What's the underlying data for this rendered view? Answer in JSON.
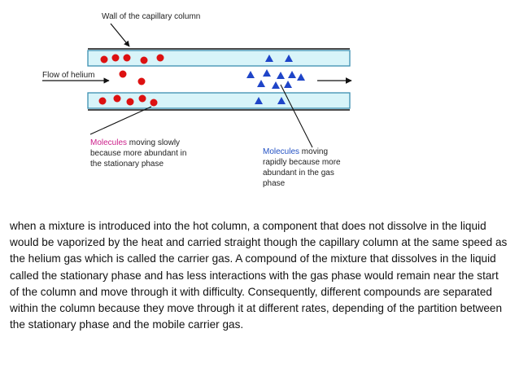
{
  "diagram": {
    "wall_label": "Wall of the capillary column",
    "flow_label": "Flow of helium",
    "slow_caption": {
      "lines": [
        "Molecules moving slowly",
        "because more abundant in",
        "the stationary phase"
      ],
      "highlight_word": "Molecules"
    },
    "fast_caption": {
      "lines": [
        "Molecules moving",
        "rapidly because more",
        "abundant in the gas",
        "phase"
      ],
      "highlight_word": "Molecules"
    },
    "colors": {
      "stationary_phase_fill": "#d8f4f9",
      "stationary_phase_border": "#3b8fb0",
      "slow_molecule": "#dd1111",
      "fast_molecule": "#1f45c8",
      "slow_caption_highlight": "#cc1f8a",
      "fast_caption_highlight": "#2452c4",
      "line_color": "#111111"
    },
    "icons": {
      "slow_molecule": "red-circle",
      "fast_molecule": "blue-triangle",
      "arrow": "black-arrow"
    }
  },
  "paragraph": {
    "text": "when a mixture is introduced into the hot column, a component that does not dissolve in the liquid would be vaporized by the heat and carried straight though the capillary column at the same speed as the helium gas which is called the carrier gas.  A compound of the mixture that dissolves in the liquid called the stationary phase and has less interactions with the gas phase would remain near the start of the column and move through it with difficulty. Consequently, different compounds are separated within the column because they move through it at different rates, depending of the partition between the stationary phase and the mobile carrier gas."
  }
}
